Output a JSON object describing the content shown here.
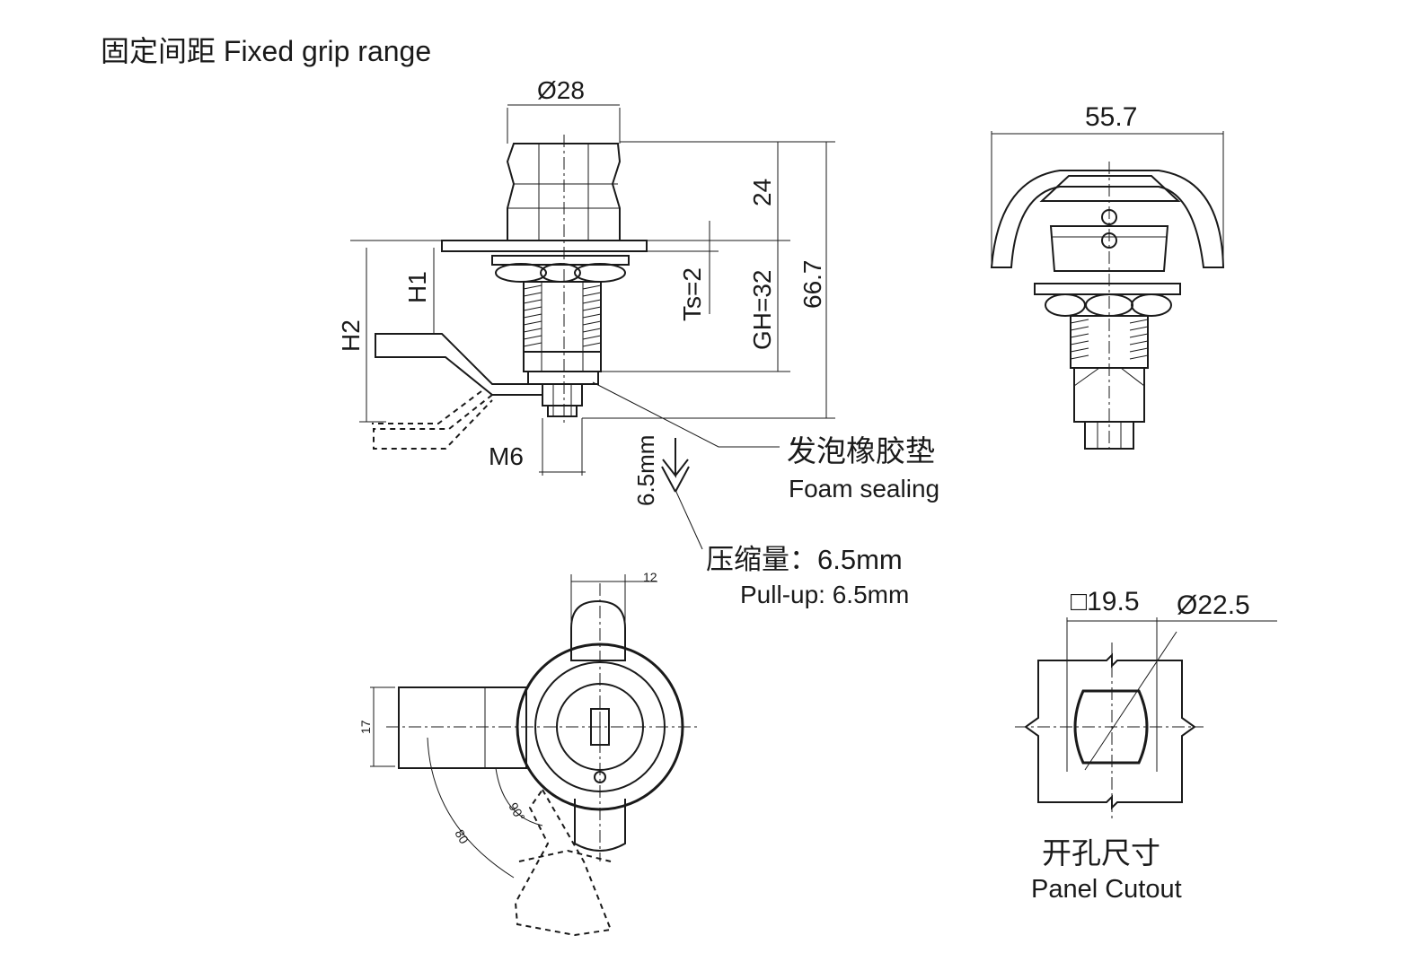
{
  "title": "固定间距 Fixed grip range",
  "dims": {
    "dia28": "Ø28",
    "d24": "24",
    "d66_7": "66.7",
    "h1": "H1",
    "h2": "H2",
    "ts": "Ts=2",
    "gh": "GH=32",
    "m6": "M6",
    "stroke": "6.5mm",
    "d55_7": "55.7",
    "d12": "12",
    "d17": "17",
    "d90": "90°",
    "d80": "80",
    "sq19_5": "□19.5",
    "dia22_5": "Ø22.5"
  },
  "callouts": {
    "foam_cn": "发泡橡胶垫",
    "foam_en": "Foam sealing",
    "pull_cn": "压缩量：6.5mm",
    "pull_en": "Pull-up: 6.5mm",
    "cutout_cn": "开孔尺寸",
    "cutout_en": "Panel Cutout"
  }
}
